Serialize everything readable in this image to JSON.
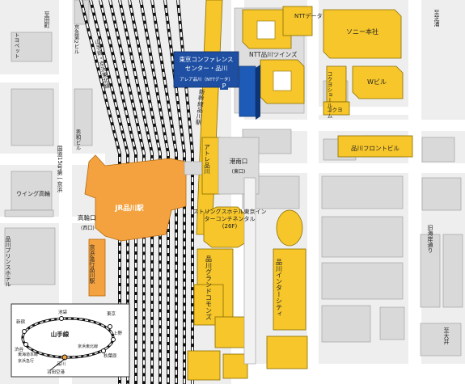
{
  "streets": {
    "shibaura_left": "至田町",
    "shibaura_right": "至芝浦",
    "omori": "至大井",
    "route15": "国道15号第一京浜",
    "kyuebara": "旧海岸通り"
  },
  "labels": {
    "toyopet": "トヨペット",
    "kyoto_bldg2": "京急第2ビル",
    "yamanote": "山手線・京浜東北線",
    "shuwa": "秀和ビル",
    "wing": "ウイング高輪",
    "prince": "品川プリンスホテル",
    "takanawa_exit": "高輪口",
    "takanawa_exit_sub": "(西口)",
    "jr_station": "JR品川駅",
    "keikyu": "京浜急行品川駅",
    "shinkansen": "新幹線品川駅",
    "atre": "アトレ品川",
    "konan_exit": "港南口",
    "konan_exit_sub": "(東口)",
    "ntt_data": "NTTデータ",
    "ntt_twins": "NTT品川ツインズ",
    "sony": "ソニー本社",
    "kokuyo_show": "コクヨショールーム",
    "kokuyo": "コクヨ",
    "w_bldg": "Wビル",
    "front_bldg": "品川フロントビル",
    "strings": "ストリングスホテル東京インターコンチネンタル",
    "strings_floor": "(26F)",
    "grand_commons": "品川グランドコモンズ",
    "intercity": "品川インターシティ"
  },
  "callout": {
    "title_line1": "東京コンファレンス",
    "title_line2": "センター・品川",
    "sub": "アレア品川（NTTデータ）",
    "parking": "P"
  },
  "inset": {
    "line_name": "山手線",
    "stations": {
      "ikebukuro": "池袋",
      "tokyo": "東京",
      "shinjuku": "新宿",
      "ueno": "上野",
      "shibuya": "渋谷",
      "akihabara": "秋葉原",
      "keikyu_main": "京浜急行",
      "keihin_tohoku": "京浜東北線",
      "tokaido": "東海道本線",
      "shinagawa": "品川",
      "haneda": "羽田空港"
    }
  }
}
